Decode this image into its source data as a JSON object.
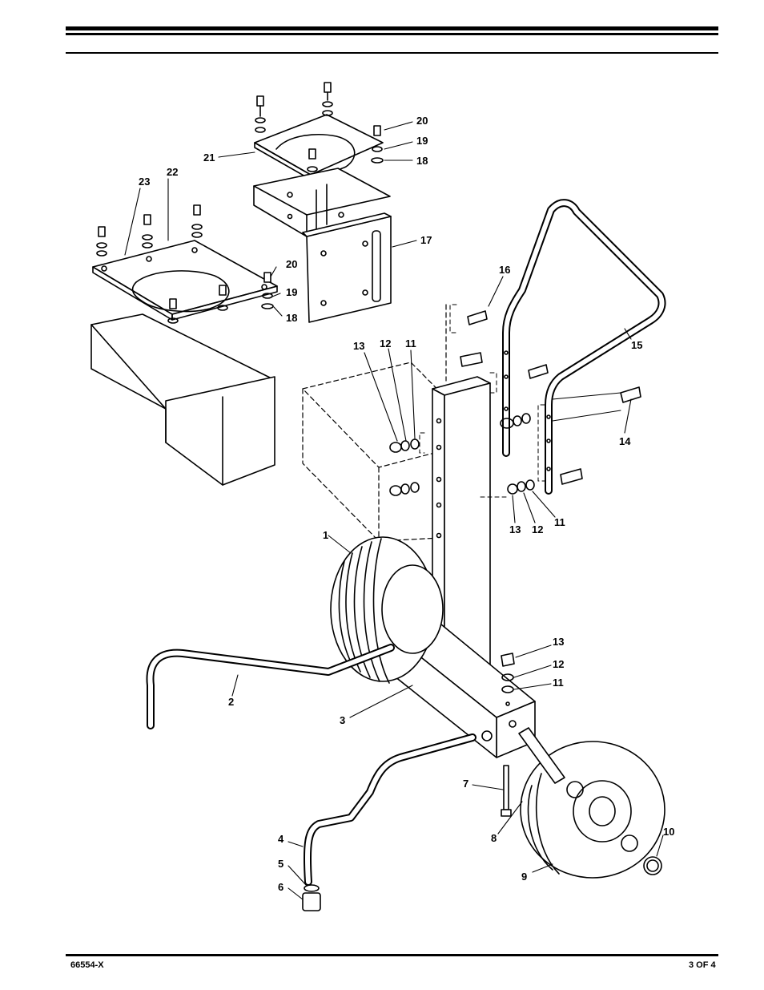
{
  "footer": {
    "doc_number": "66554-X",
    "page_number": "3 OF 4"
  },
  "callouts": {
    "c1": "1",
    "c2": "2",
    "c3": "3",
    "c4": "4",
    "c5": "5",
    "c6": "6",
    "c7": "7",
    "c8": "8",
    "c9": "9",
    "c10": "10",
    "c11a": "11",
    "c12a": "12",
    "c13a": "13",
    "c11b": "11",
    "c12b": "12",
    "c13b": "13",
    "c11c": "11",
    "c12c": "12",
    "c13c": "13",
    "c14": "14",
    "c15": "15",
    "c16": "16",
    "c17": "17",
    "c18a": "18",
    "c19a": "19",
    "c20a": "20",
    "c18b": "18",
    "c19b": "19",
    "c20b": "20",
    "c21": "21",
    "c22": "22",
    "c23": "23"
  }
}
